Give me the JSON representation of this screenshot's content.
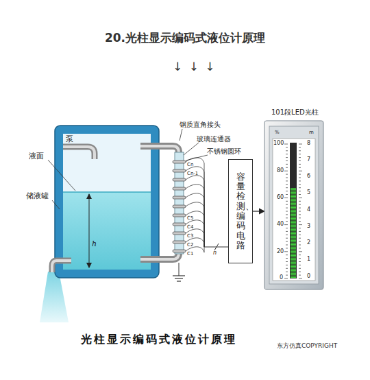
{
  "diagram": {
    "title": "20.光柱显示编码式液位计原理",
    "caption": "光柱显示编码式液位计原理",
    "nodes": [
      {
        "text": [
          "容量检测、编码电路"
        ]
      },
      {
        "text": [
          "101段LED光柱"
        ]
      }
    ],
    "edges": [
      {
        "from": 0,
        "to": 1,
        "arrow": "to"
      }
    ],
    "labels": [
      "↓ ↓ ↓",
      "泵",
      "液面",
      "储液罐",
      "钢质直角接头",
      "玻璃连通器",
      "不锈钢圆环",
      "Cn",
      "Cn-1",
      "C5",
      "C4",
      "C3",
      "C2",
      "C1",
      "h",
      "n",
      "%",
      "m",
      "100",
      "80",
      "60",
      "40",
      "20",
      "0",
      "8",
      "7",
      "6",
      "5",
      "4",
      "3",
      "2",
      "1",
      "0",
      "东方仿真COPYRIGHT"
    ]
  }
}
